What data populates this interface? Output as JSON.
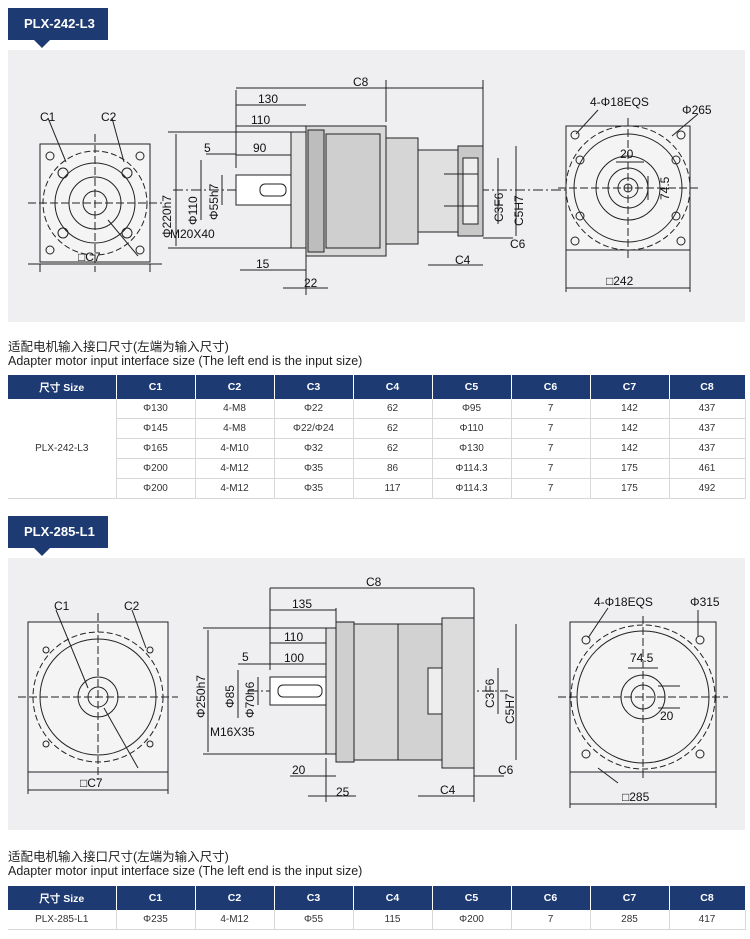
{
  "section1": {
    "tag": "PLX-242-L3",
    "dims": {
      "c1": "C1",
      "c2": "C2",
      "c7": "□C7",
      "c8": "C8",
      "d130": "130",
      "d110": "110",
      "d5": "5",
      "d90": "90",
      "phi220": "Φ220h7",
      "phi110": "Φ110",
      "phi55": "Φ55h7",
      "m20": "M20X40",
      "d15": "15",
      "d22": "22",
      "c3": "C3F6",
      "c5": "C5H7",
      "c4": "C4",
      "c6": "C6",
      "holes": "4-Φ18EQS",
      "phi265": "Φ265",
      "d20": "20",
      "d745": "74.5",
      "sq242": "□242"
    },
    "caption_cn": "适配电机输入接口尺寸(左端为输入尺寸)",
    "caption_en": "Adapter motor input interface size (The left end is the input size)",
    "headers": [
      "尺寸 Size",
      "C1",
      "C2",
      "C3",
      "C4",
      "C5",
      "C6",
      "C7",
      "C8"
    ],
    "size_label": "PLX-242-L3",
    "rows": [
      [
        "Φ130",
        "4-M8",
        "Φ22",
        "62",
        "Φ95",
        "7",
        "142",
        "437"
      ],
      [
        "Φ145",
        "4-M8",
        "Φ22/Φ24",
        "62",
        "Φ110",
        "7",
        "142",
        "437"
      ],
      [
        "Φ165",
        "4-M10",
        "Φ32",
        "62",
        "Φ130",
        "7",
        "142",
        "437"
      ],
      [
        "Φ200",
        "4-M12",
        "Φ35",
        "86",
        "Φ114.3",
        "7",
        "175",
        "461"
      ],
      [
        "Φ200",
        "4-M12",
        "Φ35",
        "117",
        "Φ114.3",
        "7",
        "175",
        "492"
      ]
    ]
  },
  "section2": {
    "tag": "PLX-285-L1",
    "dims": {
      "c1": "C1",
      "c2": "C2",
      "c7": "□C7",
      "c8": "C8",
      "d135": "135",
      "d110": "110",
      "d5": "5",
      "d100": "100",
      "phi250": "Φ250h7",
      "phi85": "Φ85",
      "phi70": "Φ70h6",
      "m16": "M16X35",
      "d20": "20",
      "d25": "25",
      "c3": "C3F6",
      "c5": "C5H7",
      "c4": "C4",
      "c6": "C6",
      "holes": "4-Φ18EQS",
      "phi315": "Φ315",
      "d745": "74.5",
      "d20b": "20",
      "sq285": "□285"
    },
    "caption_cn": "适配电机输入接口尺寸(左端为输入尺寸)",
    "caption_en": "Adapter motor input interface size (The left end is the input size)",
    "headers": [
      "尺寸 Size",
      "C1",
      "C2",
      "C3",
      "C4",
      "C5",
      "C6",
      "C7",
      "C8"
    ],
    "rows": [
      [
        "PLX-285-L1",
        "Φ235",
        "4-M12",
        "Φ55",
        "115",
        "Φ200",
        "7",
        "285",
        "417"
      ]
    ]
  },
  "colors": {
    "brand_blue": "#1d3a73",
    "panel_bg": "#efeff1"
  }
}
